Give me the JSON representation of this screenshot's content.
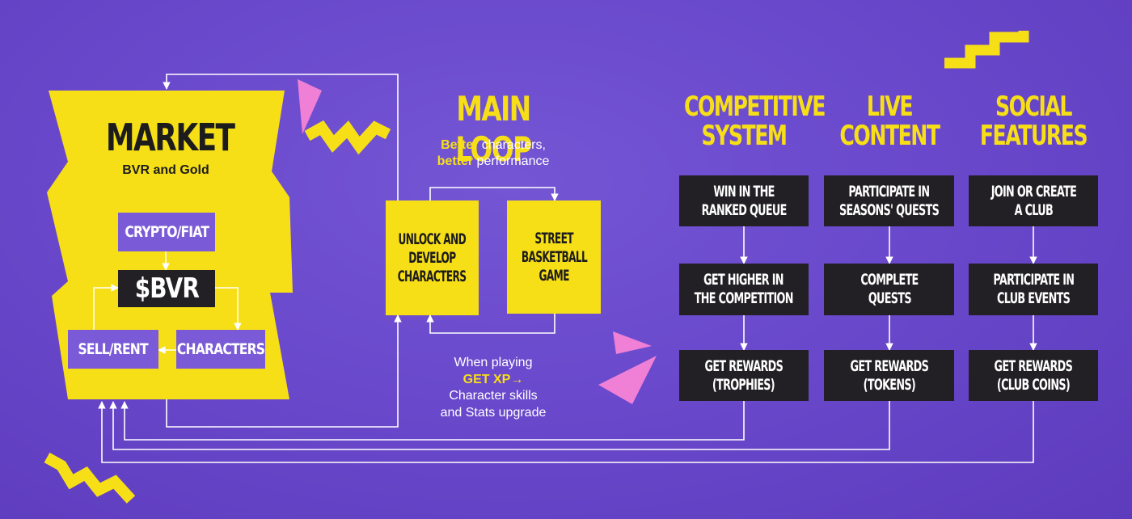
{
  "colors": {
    "background": "#6a49cc",
    "yellow": "#f7df17",
    "dark": "#222024",
    "box_purple": "#7a5ad6",
    "pink": "#f07fd6",
    "connector": "#ffffff"
  },
  "market": {
    "title": "MARKET",
    "subtitle": "BVR and Gold",
    "crypto_fiat": "CRYPTO/FIAT",
    "bvr": "$BVR",
    "sell_rent": "SELL/RENT",
    "characters": "CHARACTERS"
  },
  "main_loop": {
    "title": "MAIN LOOP",
    "subtitle_highlight_1": "Better",
    "subtitle_rest_1": " characters,",
    "subtitle_highlight_2": "better",
    "subtitle_rest_2": " performance",
    "unlock_box": [
      "UNLOCK AND",
      "DEVELOP",
      "CHARACTERS"
    ],
    "street_box": [
      "STREET",
      "BASKETBALL",
      "GAME"
    ],
    "note_line_1": "When playing",
    "note_highlight": "GET XP→",
    "note_line_3": "Character skills",
    "note_line_4": "and Stats upgrade"
  },
  "columns": [
    {
      "title": [
        "COMPETITIVE",
        "SYSTEM"
      ],
      "steps": [
        [
          "WIN IN THE",
          "RANKED QUEUE"
        ],
        [
          "GET HIGHER IN",
          "THE COMPETITION"
        ],
        [
          "GET REWARDS",
          "(TROPHIES)"
        ]
      ]
    },
    {
      "title": [
        "LIVE",
        "CONTENT"
      ],
      "steps": [
        [
          "PARTICIPATE IN",
          "SEASONS' QUESTS"
        ],
        [
          "COMPLETE",
          "QUESTS"
        ],
        [
          "GET REWARDS",
          "(TOKENS)"
        ]
      ]
    },
    {
      "title": [
        "SOCIAL",
        "FEATURES"
      ],
      "steps": [
        [
          "JOIN OR CREATE",
          "A CLUB"
        ],
        [
          "PARTICIPATE IN",
          "CLUB EVENTS"
        ],
        [
          "GET REWARDS",
          "(CLUB COINS)"
        ]
      ]
    }
  ]
}
